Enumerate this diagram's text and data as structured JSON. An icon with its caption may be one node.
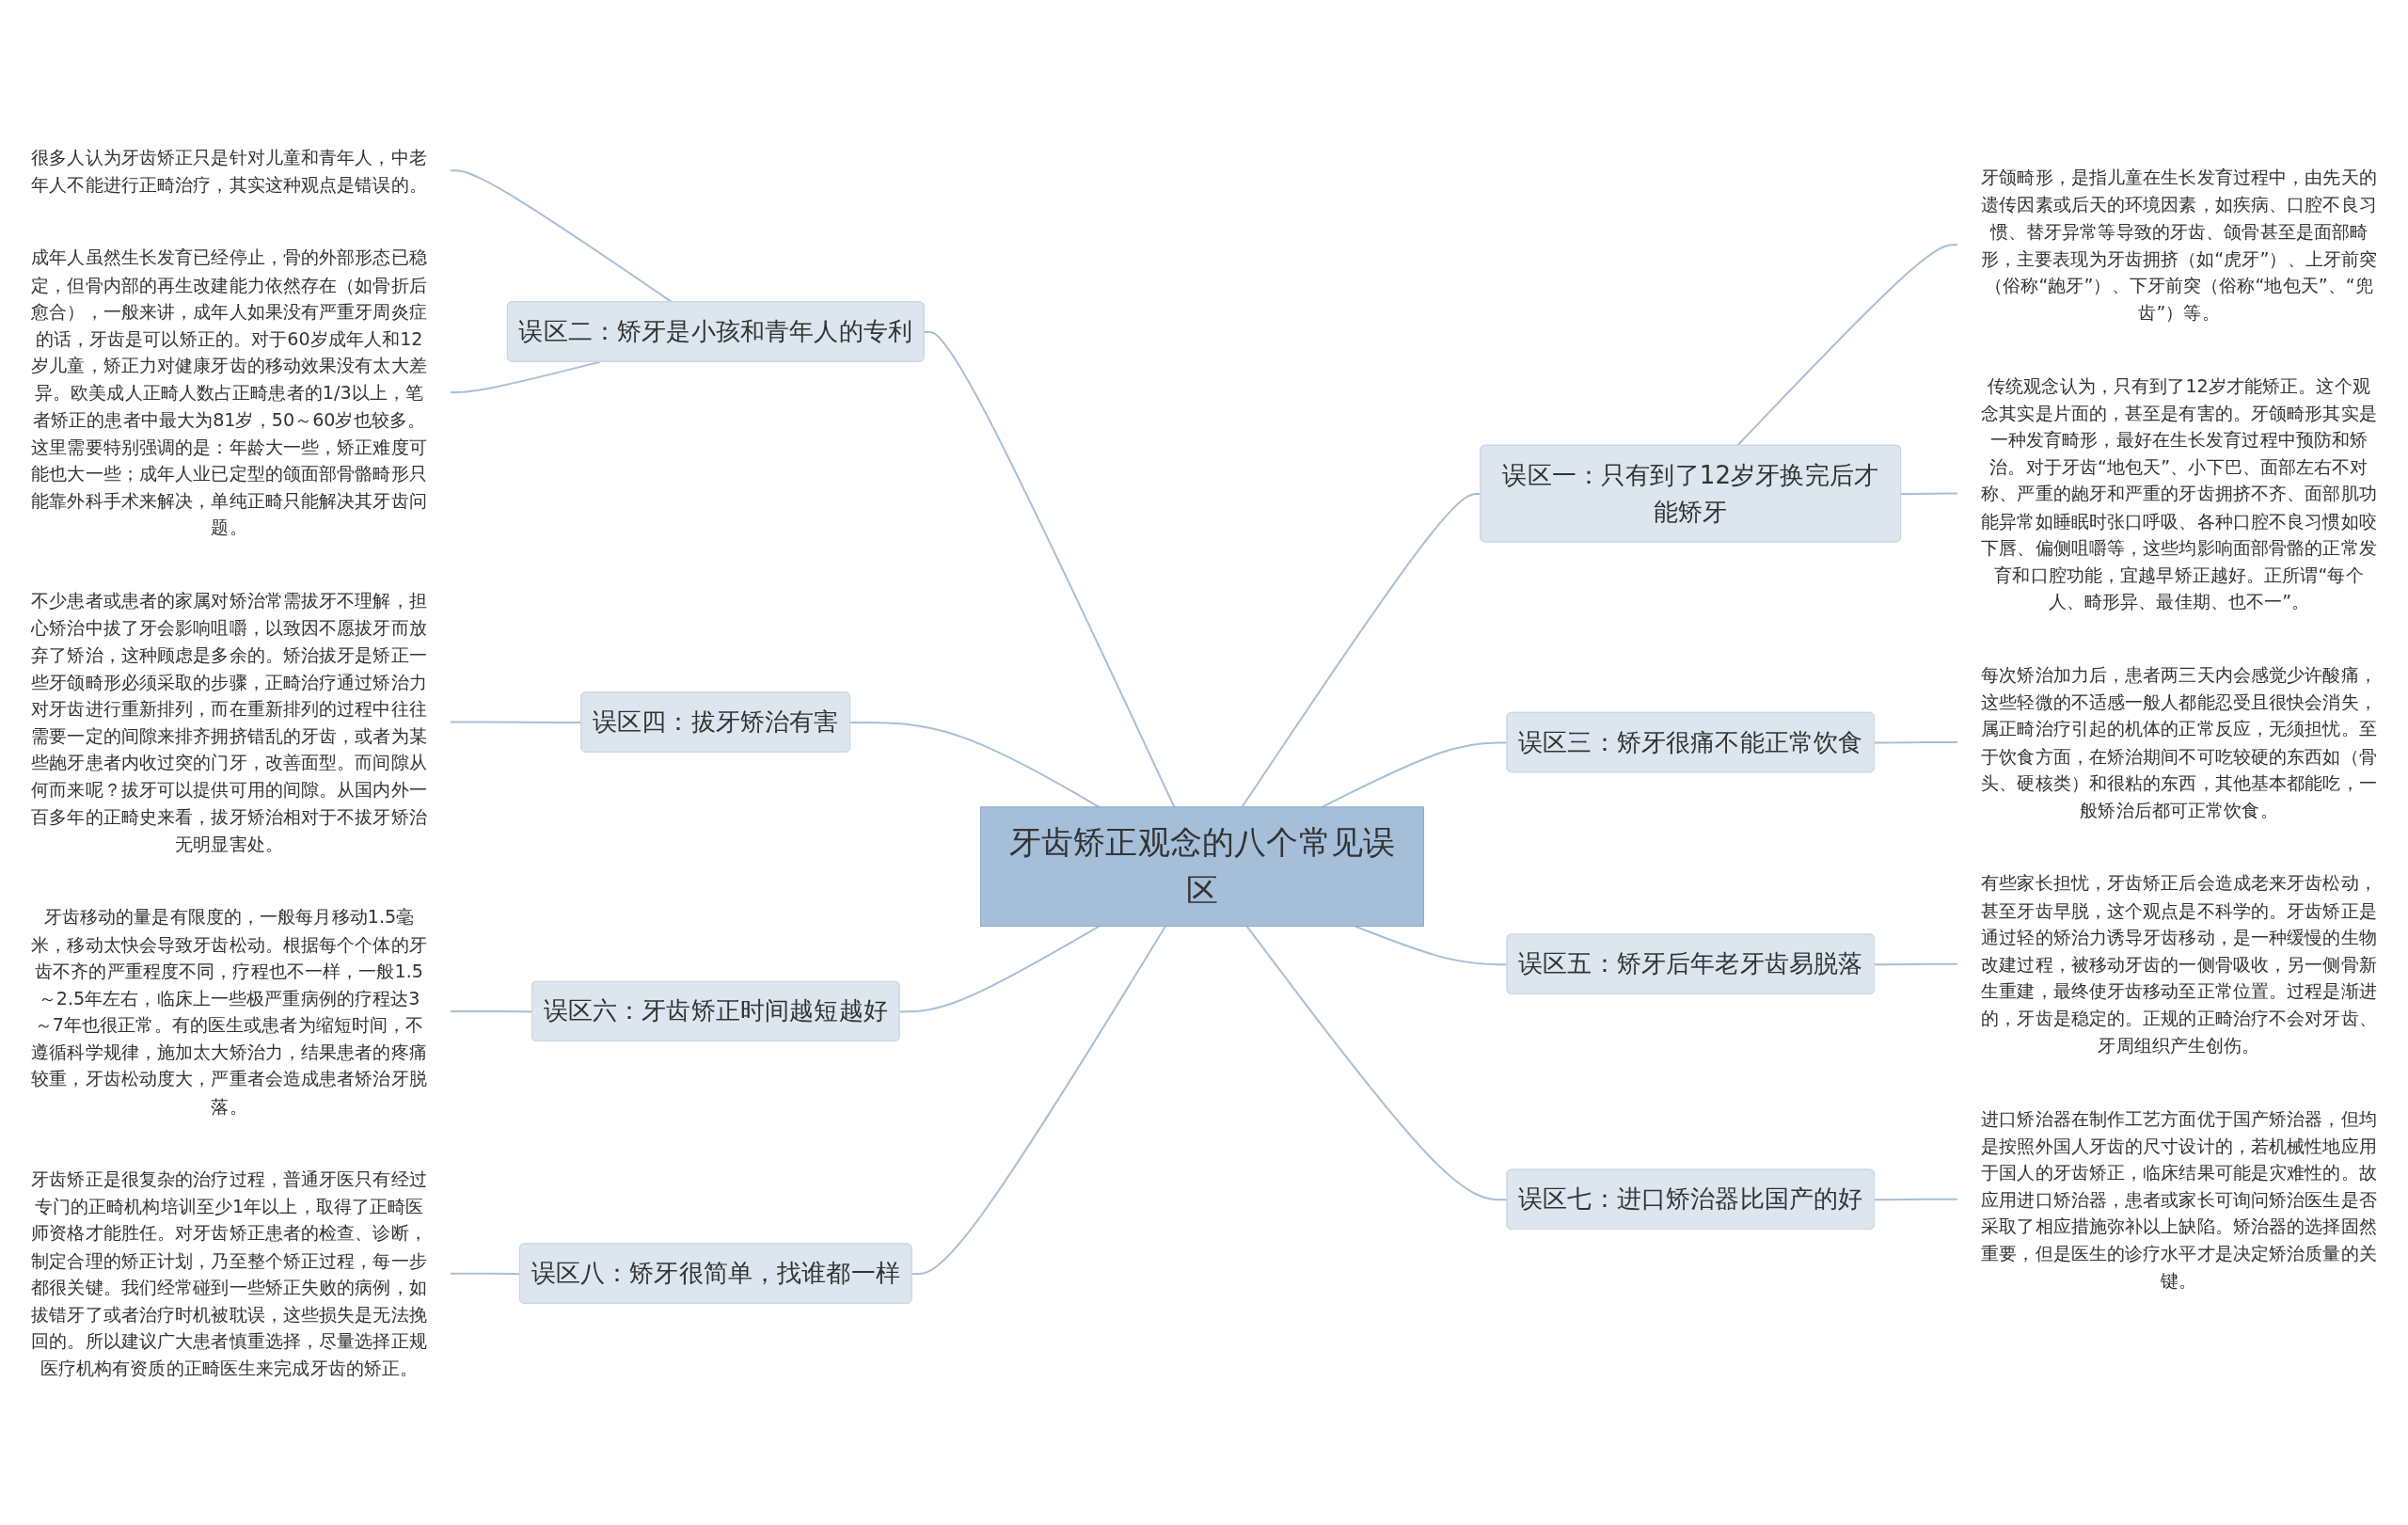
{
  "diagram": {
    "nodes": [
      {
        "text": [
          "牙齿矫正观念的八个常见误区"
        ]
      },
      {
        "text": [
          "误区一：只有到了12岁牙换完后才能矫牙"
        ]
      },
      {
        "text": [
          "牙颌畸形，是指儿童在生长发育过程中，由先天的遗传因素或后天的环境因素，如疾病、口腔不良习惯、替牙异常等导致的牙齿、颌骨甚至是面部畸形，主要表现为牙齿拥挤（如“虎牙”）、上牙前突（俗称“龅牙”）、下牙前突（俗称“地包天”、“兜齿”）等。"
        ]
      },
      {
        "text": [
          "传统观念认为，只有到了12岁才能矫正。这个观念其实是片面的，甚至是有害的。牙颌畸形其实是一种发育畸形，最好在生长发育过程中预防和矫治。对于牙齿“地包天”、小下巴、面部左右不对称、严重的龅牙和严重的牙齿拥挤不齐、面部肌功能异常如睡眠时张口呼吸、各种口腔不良习惯如咬下唇、偏侧咀嚼等，这些均影响面部骨骼的正常发育和口腔功能，宜越早矫正越好。正所谓“每个人、畸形异、最佳期、也不一”。"
        ]
      },
      {
        "text": [
          "误区三：矫牙很痛不能正常饮食"
        ]
      },
      {
        "text": [
          "每次矫治加力后，患者两三天内会感觉少许酸痛，这些轻微的不适感一般人都能忍受且很快会消失，属正畸治疗引起的机体的正常反应，无须担忧。至于饮食方面，在矫治期间不可吃较硬的东西如（骨头、硬核类）和很粘的东西，其他基本都能吃，一般矫治后都可正常饮食。"
        ]
      },
      {
        "text": [
          "误区五：矫牙后年老牙齿易脱落"
        ]
      },
      {
        "text": [
          "有些家长担忧，牙齿矫正后会造成老来牙齿松动，甚至牙齿早脱，这个观点是不科学的。牙齿矫正是通过轻的矫治力诱导牙齿移动，是一种缓慢的生物改建过程，被移动牙齿的一侧骨吸收，另一侧骨新生重建，最终使牙齿移动至正常位置。过程是渐进的，牙齿是稳定的。正规的正畸治疗不会对牙齿、牙周组织产生创伤。"
        ]
      },
      {
        "text": [
          "误区七：进口矫治器比国产的好"
        ]
      },
      {
        "text": [
          "进口矫治器在制作工艺方面优于国产矫治器，但均是按照外国人牙齿的尺寸设计的，若机械性地应用于国人的牙齿矫正，临床结果可能是灾难性的。故应用进口矫治器，患者或家长可询问矫治医生是否采取了相应措施弥补以上缺陷。矫治器的选择固然重要，但是医生的诊疗水平才是决定矫治质量的关键。"
        ]
      },
      {
        "text": [
          "误区二：矫牙是小孩和青年人的专利"
        ]
      },
      {
        "text": [
          "很多人认为牙齿矫正只是针对儿童和青年人，中老年人不能进行正畸治疗，其实这种观点是错误的。"
        ]
      },
      {
        "text": [
          "成年人虽然生长发育已经停止，骨的外部形态已稳定，但骨内部的再生改建能力依然存在（如骨折后愈合），一般来讲，成年人如果没有严重牙周炎症的话，牙齿是可以矫正的。对于60岁成年人和12岁儿童，矫正力对健康牙齿的移动效果没有太大差异。欧美成人正畸人数占正畸患者的1/3以上，笔者矫正的患者中最大为81岁，50～60岁也较多。这里需要特别强调的是：年龄大一些，矫正难度可能也大一些；成年人业已定型的颌面部骨骼畸形只能靠外科手术来解决，单纯正畸只能解决其牙齿问题。"
        ]
      },
      {
        "text": [
          "误区四：拔牙矫治有害"
        ]
      },
      {
        "text": [
          "不少患者或患者的家属对矫治常需拔牙不理解，担心矫治中拔了牙会影响咀嚼，以致因不愿拔牙而放弃了矫治，这种顾虑是多余的。矫治拔牙是矫正一些牙颌畸形必须采取的步骤，正畸治疗通过矫治力对牙齿进行重新排列，而在重新排列的过程中往往需要一定的间隙来排齐拥挤错乱的牙齿，或者为某些龅牙患者内收过突的门牙，改善面型。而间隙从何而来呢？拔牙可以提供可用的间隙。从国内外一百多年的正畸史来看，拔牙矫治相对于不拔牙矫治无明显害处。"
        ]
      },
      {
        "text": [
          "误区六：牙齿矫正时间越短越好"
        ]
      },
      {
        "text": [
          "牙齿移动的量是有限度的，一般每月移动1.5毫米，移动太快会导致牙齿松动。根据每个个体的牙齿不齐的严重程度不同，疗程也不一样，一般1.5～2.5年左右，临床上一些极严重病例的疗程达3～7年也很正常。有的医生或患者为缩短时间，不遵循科学规律，施加太大矫治力，结果患者的疼痛较重，牙齿松动度大，严重者会造成患者矫治牙脱落。"
        ]
      },
      {
        "text": [
          "误区八：矫牙很简单，找谁都一样"
        ]
      },
      {
        "text": [
          "牙齿矫正是很复杂的治疗过程，普通牙医只有经过专门的正畸机构培训至少1年以上，取得了正畸医师资格才能胜任。对牙齿矫正患者的检查、诊断，制定合理的矫正计划，乃至整个矫正过程，每一步都很关键。我们经常碰到一些矫正失败的病例，如拔错牙了或者治疗时机被耽误，这些损失是无法挽回的。所以建议广大患者慎重选择，尽量选择正规医疗机构有资质的正畸医生来完成牙齿的矫正。"
        ]
      }
    ],
    "edges": [
      {
        "from": 0,
        "to": 1,
        "arrow": "none"
      },
      {
        "from": 1,
        "to": 2,
        "arrow": "none"
      },
      {
        "from": 1,
        "to": 3,
        "arrow": "none"
      },
      {
        "from": 0,
        "to": 4,
        "arrow": "none"
      },
      {
        "from": 4,
        "to": 5,
        "arrow": "none"
      },
      {
        "from": 0,
        "to": 6,
        "arrow": "none"
      },
      {
        "from": 6,
        "to": 7,
        "arrow": "none"
      },
      {
        "from": 0,
        "to": 8,
        "arrow": "none"
      },
      {
        "from": 8,
        "to": 9,
        "arrow": "none"
      },
      {
        "from": 10,
        "to": 0,
        "arrow": "none"
      },
      {
        "from": 11,
        "to": 10,
        "arrow": "none"
      },
      {
        "from": 12,
        "to": 10,
        "arrow": "none"
      },
      {
        "from": 13,
        "to": 0,
        "arrow": "none"
      },
      {
        "from": 14,
        "to": 13,
        "arrow": "none"
      },
      {
        "from": 15,
        "to": 0,
        "arrow": "none"
      },
      {
        "from": 16,
        "to": 15,
        "arrow": "none"
      },
      {
        "from": 17,
        "to": 0,
        "arrow": "none"
      },
      {
        "from": 18,
        "to": 17,
        "arrow": "none"
      }
    ]
  }
}
